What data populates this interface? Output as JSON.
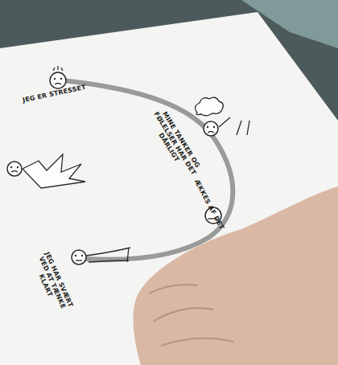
{
  "diagram": {
    "labels": [
      "JEG ER STRESSET",
      "MINE TANKER OG FØLELSER HAR DET DÅRLIGT",
      "ÆKKES AF DET",
      "JEG HAR SVÆRT VED AT TÆNKE KLART"
    ]
  }
}
